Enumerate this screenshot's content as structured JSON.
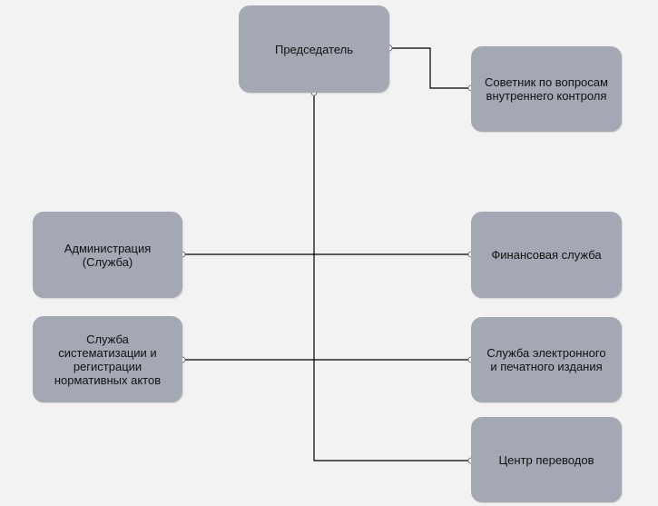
{
  "nodes": {
    "chairman": "Председатель",
    "advisor": "Советник по вопросам\nвнутреннего контроля",
    "administration": "Администрация\n(Служба)",
    "finance": "Финансовая служба",
    "systematization": "Служба\nсистематизации и\nрегистрации\nнормативных актов",
    "publishing": "Служба электронного\nи печатного издания",
    "translation": "Центр переводов"
  },
  "colors": {
    "node": "#a3a8b4",
    "background": "#f2f2f2",
    "connector": "#000000"
  }
}
